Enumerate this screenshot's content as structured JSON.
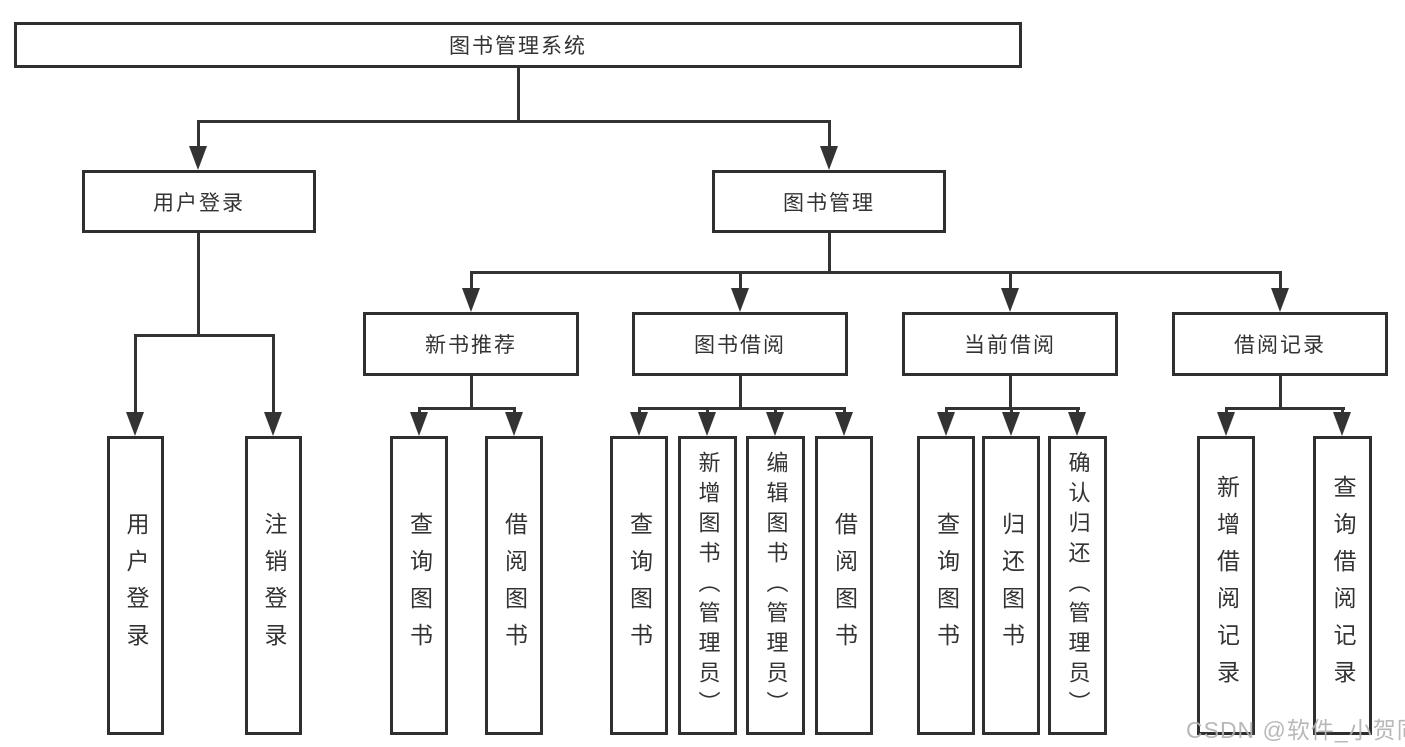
{
  "diagram": {
    "root": {
      "label": "图书管理系统"
    },
    "branches": [
      {
        "label": "用户登录",
        "children": [
          {
            "label": "用户登录"
          },
          {
            "label": "注销登录"
          }
        ]
      },
      {
        "label": "图书管理",
        "children": [
          {
            "label": "新书推荐",
            "children": [
              {
                "label": "查询图书"
              },
              {
                "label": "借阅图书"
              }
            ]
          },
          {
            "label": "图书借阅",
            "children": [
              {
                "label": "查询图书"
              },
              {
                "label": "新增图书（管理员）"
              },
              {
                "label": "编辑图书（管理员）"
              },
              {
                "label": "借阅图书"
              }
            ]
          },
          {
            "label": "当前借阅",
            "children": [
              {
                "label": "查询图书"
              },
              {
                "label": "归还图书"
              },
              {
                "label": "确认归还（管理员）"
              }
            ]
          },
          {
            "label": "借阅记录",
            "children": [
              {
                "label": "新增借阅记录"
              },
              {
                "label": "查询借阅记录"
              }
            ]
          }
        ]
      }
    ]
  },
  "watermark": {
    "text": "CSDN @软件_小贺同学"
  },
  "colors": {
    "line": "#333333",
    "box_border": "#2f2f2f",
    "box_bg": "#ffffff",
    "text": "#333333",
    "watermark": "#b3b3b3"
  }
}
